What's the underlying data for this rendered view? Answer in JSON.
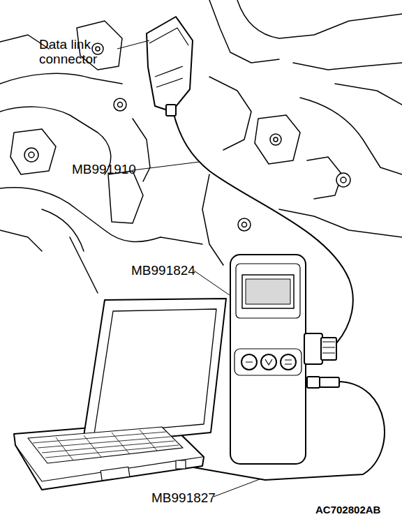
{
  "diagram": {
    "labels": [
      "Data link connector",
      "MB991910",
      "MB991824",
      "MB991827",
      "AC702802AB"
    ]
  }
}
